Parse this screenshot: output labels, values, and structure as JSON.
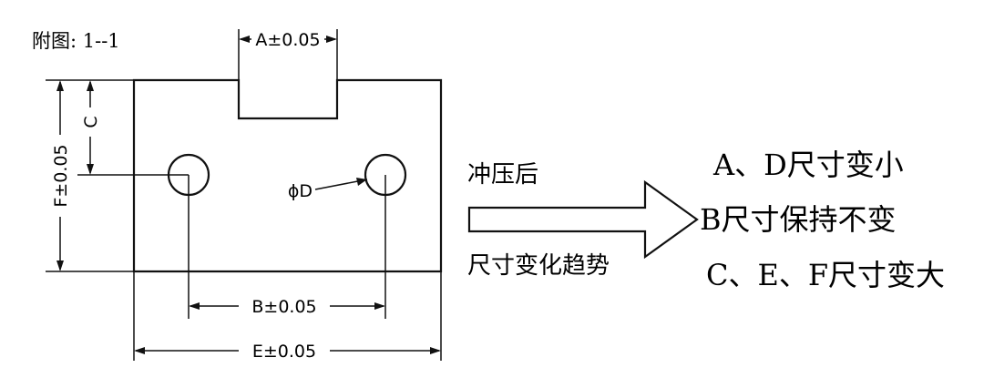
{
  "figure_label": "附图: 1--1",
  "dimensions": {
    "a": "A±0.05",
    "b": "B±0.05",
    "c": "C",
    "d": "ϕD",
    "e": "E±0.05",
    "f": "F±0.05"
  },
  "process": {
    "top": "冲压后",
    "bottom": "尺寸变化趋势"
  },
  "results": [
    "A、D尺寸变小",
    "B尺寸保持不变",
    "C、E、F尺寸变大"
  ]
}
